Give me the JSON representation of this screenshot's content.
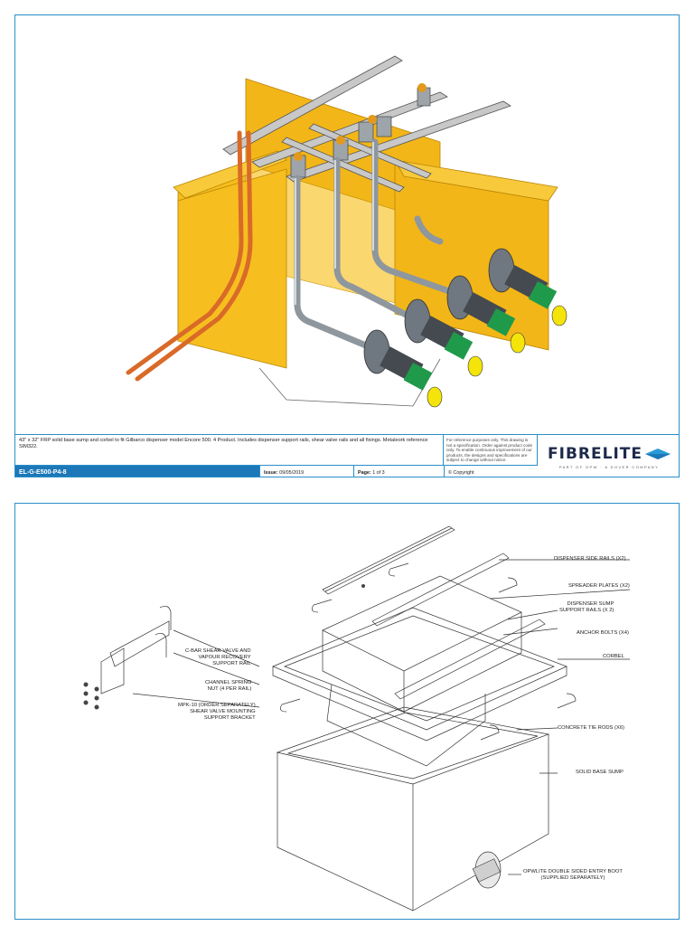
{
  "sheet1": {
    "description": "43\" x 32\" FRP solid base sump and corbel to fit Gilbarco dispenser model Encore 500. 4 Product. Includes dispenser support rails, shear valve rails and all fixings. Metaleork reference SIM322.",
    "note": "For reference purposes only. This drawing is not a specification. Order against product code only. To enable continuous improvement of our products, the designs and specifications are subject to change without notice.",
    "drawing_code": "EL-G-E500-P4-8",
    "issue_label": "Issue:",
    "issue_value": "09/05/2019",
    "page_label": "Page:",
    "page_value": "1 of 3",
    "copyright": "© Copyright",
    "logo_text": "FIBRELITE",
    "logo_tagline": "PART OF OPW · A DOVER COMPANY"
  },
  "sheet2": {
    "callouts": [
      {
        "id": "dispenser-side-rails",
        "text": "DISPENSER SIDE RAILS (x2)"
      },
      {
        "id": "spreader-plates",
        "text": "SPREADER PLATES (x2)"
      },
      {
        "id": "dispenser-sump-support-rails",
        "text": "DISPENSER SUMP\nSUPPORT RAILS (x 2)"
      },
      {
        "id": "anchor-bolts",
        "text": "ANCHOR BOLTS (x4)"
      },
      {
        "id": "corbel",
        "text": "CORBEL"
      },
      {
        "id": "concrete-tie-rods",
        "text": "CONCRETE TIE RODS (x6)"
      },
      {
        "id": "solid-base-sump",
        "text": "SOLID BASE SUMP"
      },
      {
        "id": "opwlite-entry-boot",
        "text": "OPWLITE DOUBLE SIDED ENTRY BOOT\n(SUPPLIED SEPARATELY)"
      },
      {
        "id": "c-bar-shear-valve",
        "text": "C-BAR SHEAR VALVE AND\nVAPOUR RECOVERY\nSUPPORT RAIL"
      },
      {
        "id": "channel-spring-nut",
        "text": "CHANNEL SPRING\nNUT (4 PER RAIL)"
      },
      {
        "id": "mpk-10",
        "text": "MPK-10 (ORDER SEPARATELY)\nSHEAR VALVE MOUNTING\nSUPPORT BRACKET"
      }
    ]
  },
  "colors": {
    "border": "#2a8fc8",
    "code_bar": "#1c78b8",
    "sump_yellow": "#f7c21c",
    "copper": "#d96a28",
    "boot_green": "#1f9a4a"
  }
}
